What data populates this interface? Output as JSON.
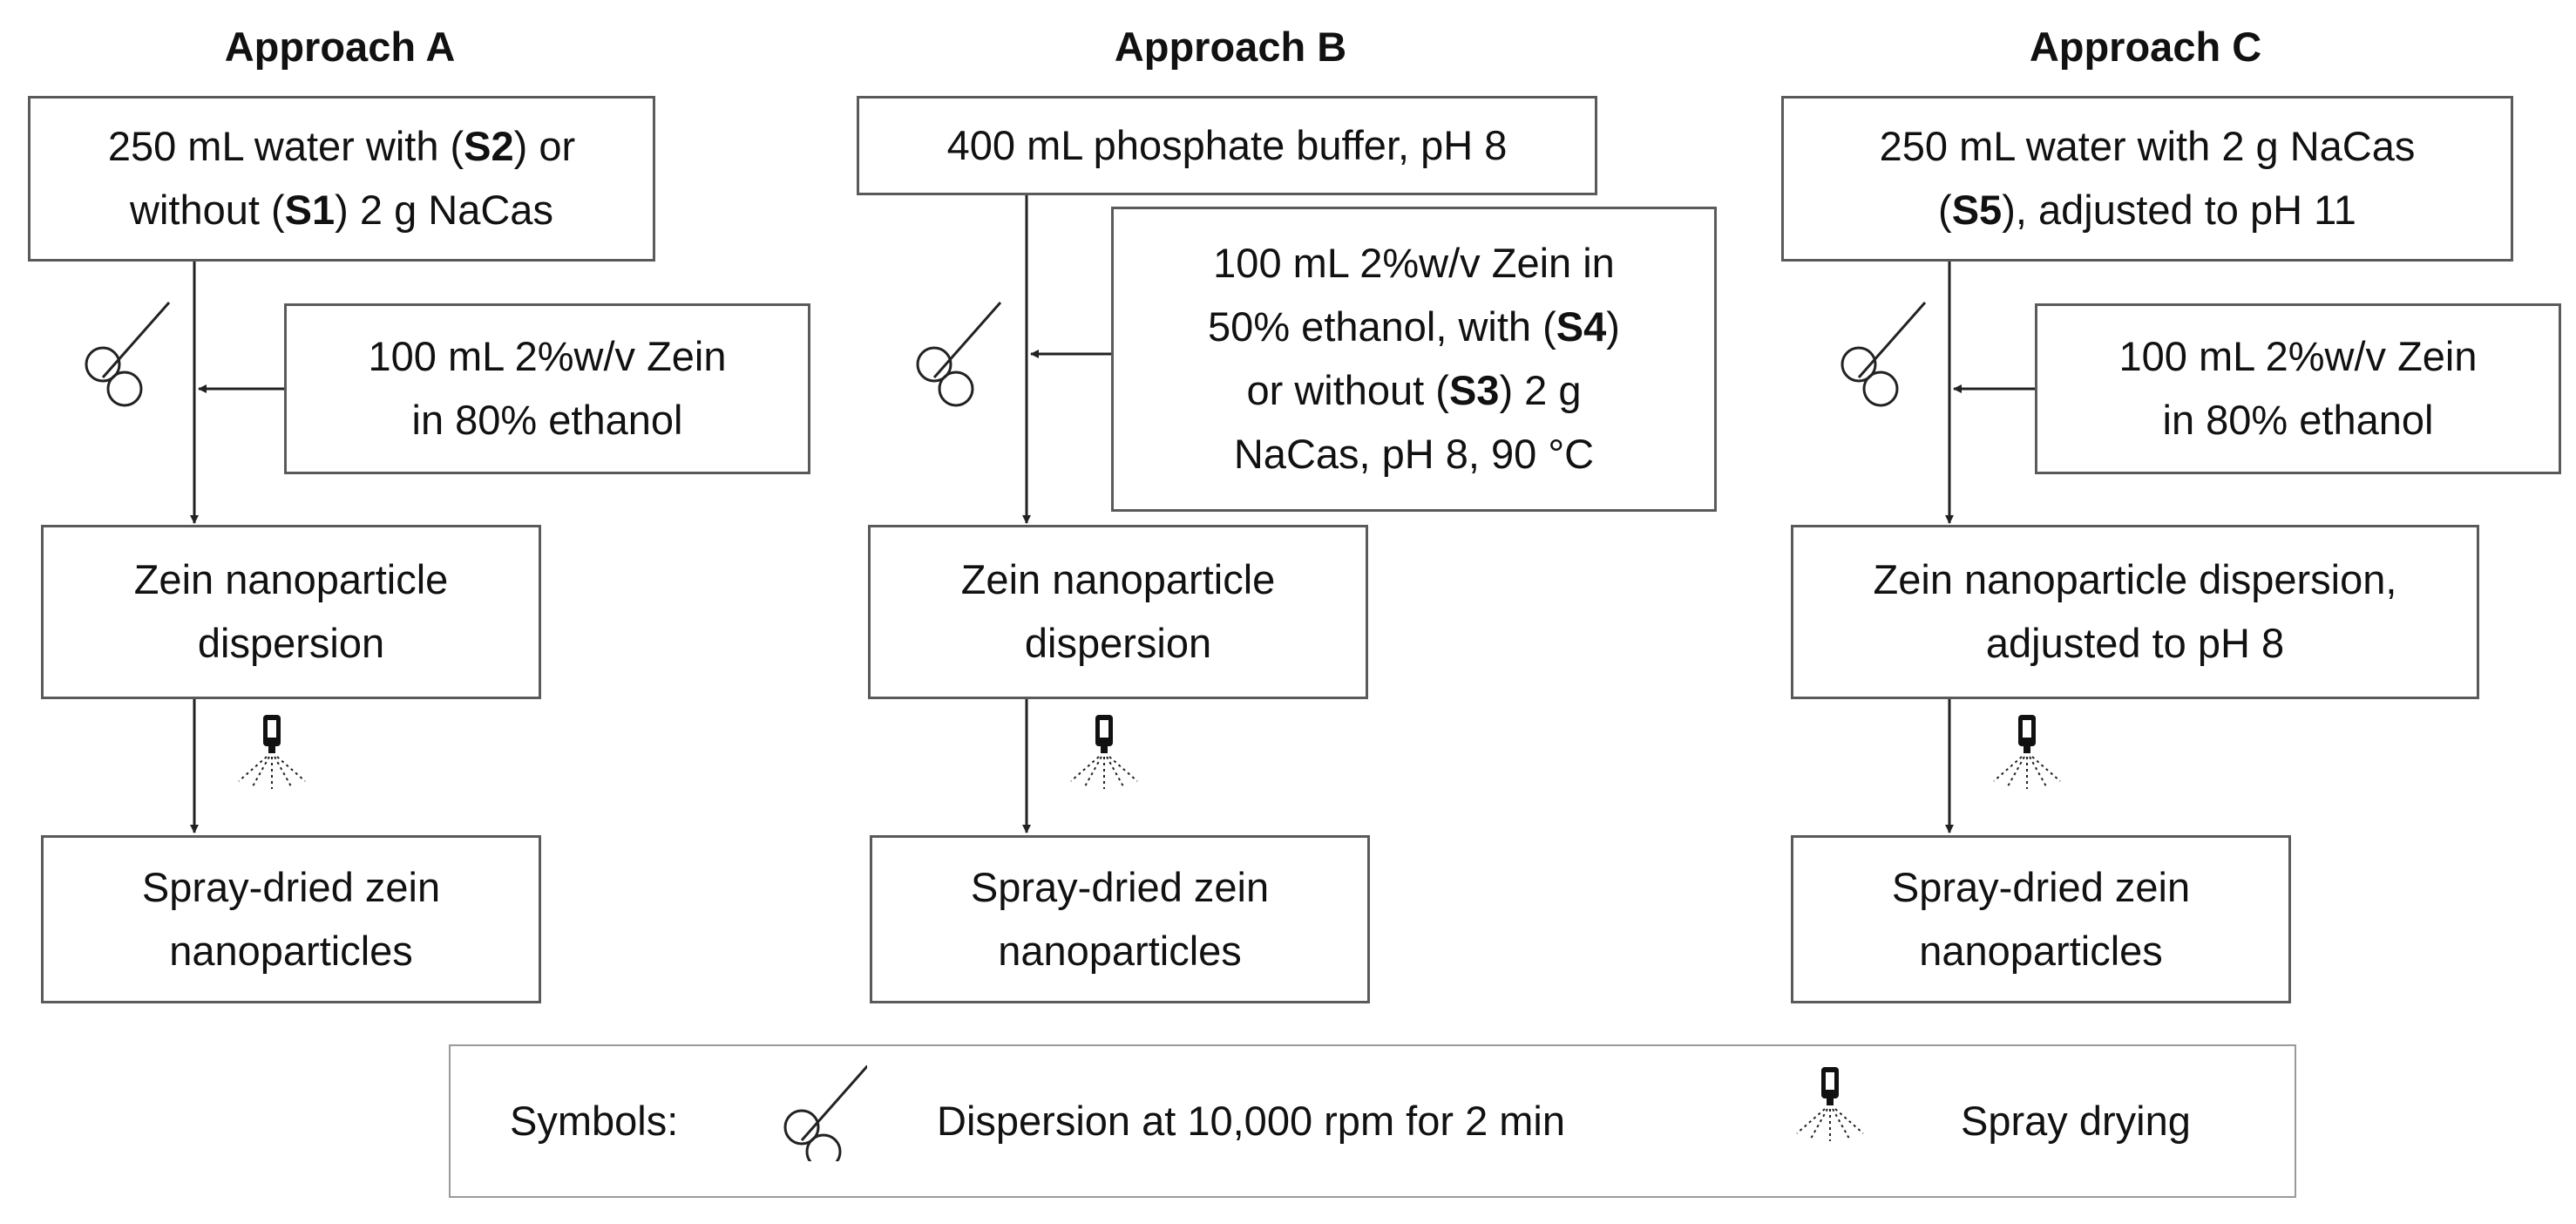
{
  "approaches": [
    {
      "title": "Approach A",
      "start": "250 mL water with (S2) or without (S1) 2 g NaCas",
      "start_parts": [
        {
          "t": "250 mL water with (",
          "b": false
        },
        {
          "t": "S2",
          "b": true
        },
        {
          "t": ") or\nwithout (",
          "b": false
        },
        {
          "t": "S1",
          "b": true
        },
        {
          "t": ") 2 g NaCas",
          "b": false
        }
      ],
      "added": "100 mL 2%w/v Zein\nin 80% ethanol",
      "dispersion": "Zein nanoparticle\ndispersion",
      "final": "Spray-dried zein\nnanoparticles"
    },
    {
      "title": "Approach B",
      "start": "400 mL phosphate buffer, pH 8",
      "added": "100 mL 2%w/v Zein in 50% ethanol, with (S4) or without (S3) 2 g NaCas, pH 8, 90 °C",
      "added_parts": [
        {
          "t": "100 mL 2%w/v Zein in\n50% ethanol, with (",
          "b": false
        },
        {
          "t": "S4",
          "b": true
        },
        {
          "t": ")\nor without (",
          "b": false
        },
        {
          "t": "S3",
          "b": true
        },
        {
          "t": ") 2 g\nNaCas, pH 8, 90 °C",
          "b": false
        }
      ],
      "dispersion": "Zein nanoparticle\ndispersion",
      "final": "Spray-dried zein\nnanoparticles"
    },
    {
      "title": "Approach C",
      "start": "250 mL water with 2 g NaCas (S5), adjusted to pH 11",
      "start_parts": [
        {
          "t": "250 mL water with 2 g NaCas\n(",
          "b": false
        },
        {
          "t": "S5",
          "b": true
        },
        {
          "t": "), adjusted to pH 11",
          "b": false
        }
      ],
      "added": "100 mL 2%w/v Zein\nin 80% ethanol",
      "dispersion": "Zein nanoparticle dispersion,\nadjusted to pH 8",
      "final": "Spray-dried zein\nnanoparticles"
    }
  ],
  "legend": {
    "label": "Symbols:",
    "dispersion_desc": "Dispersion at 10,000 rpm for 2 min",
    "spray_desc": "Spray drying",
    "dispersion_icon": "homogenizer-icon",
    "spray_icon": "spray-nozzle-icon"
  },
  "colors": {
    "box_border": "#5a5a5a",
    "line": "#222222",
    "legend_border": "#9a9a9a"
  }
}
